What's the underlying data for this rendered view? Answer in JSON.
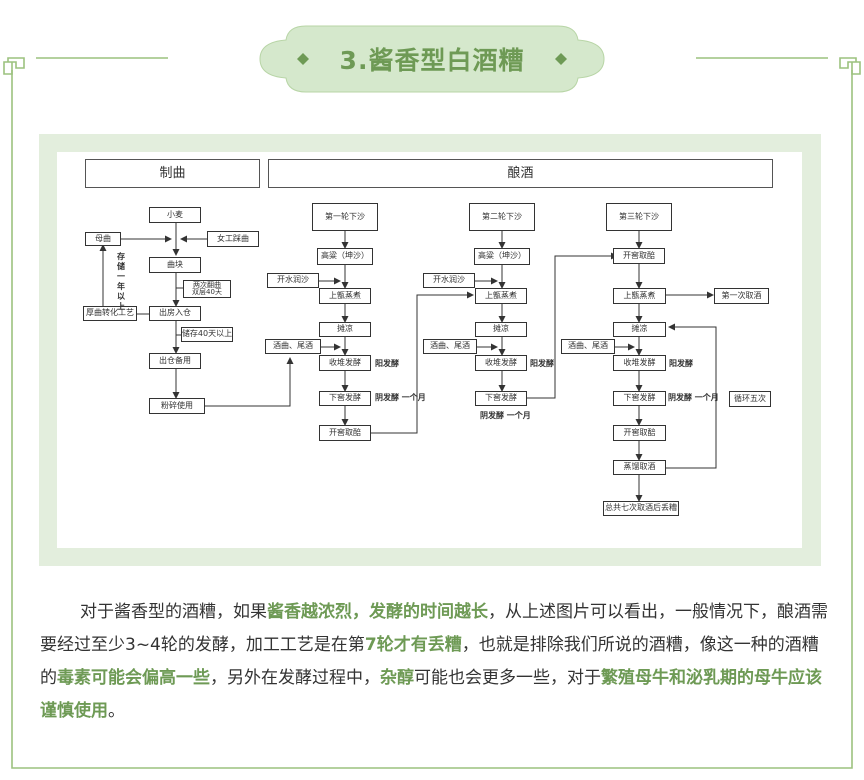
{
  "title": "3.酱香型白酒糟",
  "colors": {
    "accent": "#6e9a55",
    "banner_fill": "#d5e8cc",
    "panel": "#e3eedd"
  },
  "diagram": {
    "headers": {
      "left": "制曲",
      "right": "酿酒"
    },
    "left": {
      "xiaomai": "小麦",
      "muqu": "母曲",
      "nvgong": "女工踩曲",
      "quku": "曲块",
      "fanqu_1": "两次翻曲",
      "fanqu_2": "双层40天",
      "chufang": "出房入仓",
      "xuqu_label": "厚曲转化工艺",
      "chucang": "储存40天以上",
      "chucang_use": "出仓备用",
      "fensui": "粉碎使用",
      "storage_label": "存储一年以上"
    },
    "rounds": [
      {
        "title": "第一轮下沙",
        "gaoliang": "高粱（坤沙）",
        "runliang": "开水润沙",
        "shangzeng": "上甑蒸煮",
        "tanliang": "摊凉",
        "jiaqu": "酒曲、尾酒",
        "shoudui": "收堆发酵",
        "shoudui_tag": "阳发酵",
        "xiajiao": "下窖发酵",
        "xiajiao_tag": "阴发酵 一个月",
        "kaijiao": "开窖取醅"
      },
      {
        "title": "第二轮下沙",
        "gaoliang": "高粱（坤沙）",
        "runliang": "开水润沙",
        "shangzeng": "上甑蒸煮",
        "tanliang": "摊凉",
        "jiaqu": "酒曲、尾酒",
        "shoudui": "收堆发酵",
        "shoudui_tag": "阳发酵",
        "xiajiao": "下窖发酵",
        "xiajiao_tag": "阴发酵 一个月"
      },
      {
        "title": "第三轮下沙",
        "kaijiao_top": "开窖取醅",
        "shangzeng": "上甑蒸煮",
        "quejiu": "第一次取酒",
        "tanliang": "摊凉",
        "jiaqu": "酒曲、尾酒",
        "shoudui": "收堆发酵",
        "shoudui_tag": "阳发酵",
        "xiajiao": "下窖发酵",
        "xiajiao_tag": "阴发酵 一个月",
        "xunhuan": "循环五次",
        "kaijiao": "开窖取醅",
        "zengjiu": "蒸馏取酒",
        "end": "总共七次取酒后丢糟"
      }
    ]
  },
  "paragraph": {
    "p1": "对于酱香型的酒糟，如果",
    "h1": "酱香越浓烈，发酵的时间越长",
    "p2": "，从上述图片可以看出，一般情况下，酿酒需要经过至少3~4轮的发酵，加工工艺是在第",
    "h2": "7轮才有丢糟",
    "p3": "，也就是排除我们所说的酒糟，像这一种的酒糟的",
    "h3": "毒素可能会偏高一些",
    "p4": "，另外在发酵过程中，",
    "h4": "杂醇",
    "p5": "可能也会更多一些，对于",
    "h5": "繁殖母牛和泌乳期的母牛应该谨慎使用",
    "p6": "。"
  }
}
